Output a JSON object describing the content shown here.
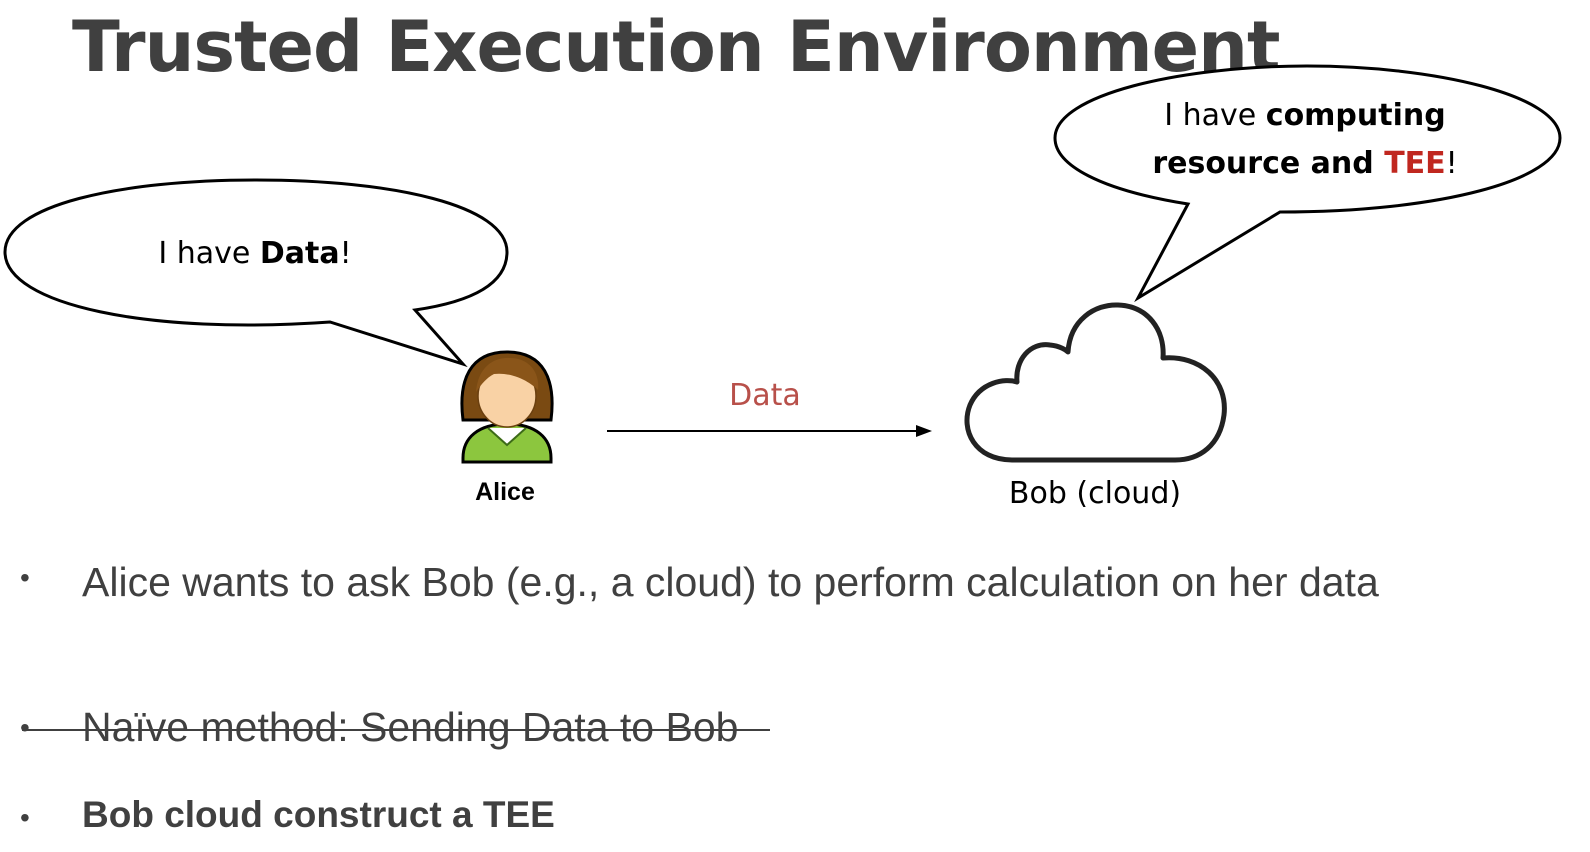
{
  "title": "Trusted Execution Environment",
  "alice_bubble": {
    "prefix": "I have ",
    "bold": "Data",
    "suffix": "!"
  },
  "bob_bubble": {
    "prefix": "I have ",
    "bold_line1": "computing",
    "bold_line2": "resource and ",
    "red": "TEE",
    "suffix": "!"
  },
  "arrow_label": "Data",
  "alice_label": "Alice",
  "bob_label": "Bob (cloud)",
  "bullets": [
    {
      "text": "Alice wants to ask Bob (e.g., a cloud) to perform calculation on her data",
      "strikethrough": false,
      "bold": false
    },
    {
      "text": "Naïve method: Sending Data to Bob",
      "strikethrough": true,
      "bold": false
    },
    {
      "text": "Bob cloud construct a TEE",
      "strikethrough": false,
      "bold": true
    }
  ],
  "colors": {
    "title": "#404040",
    "tee": "#c0271f",
    "arrow_label": "#b8504a",
    "body_text": "#404040"
  }
}
